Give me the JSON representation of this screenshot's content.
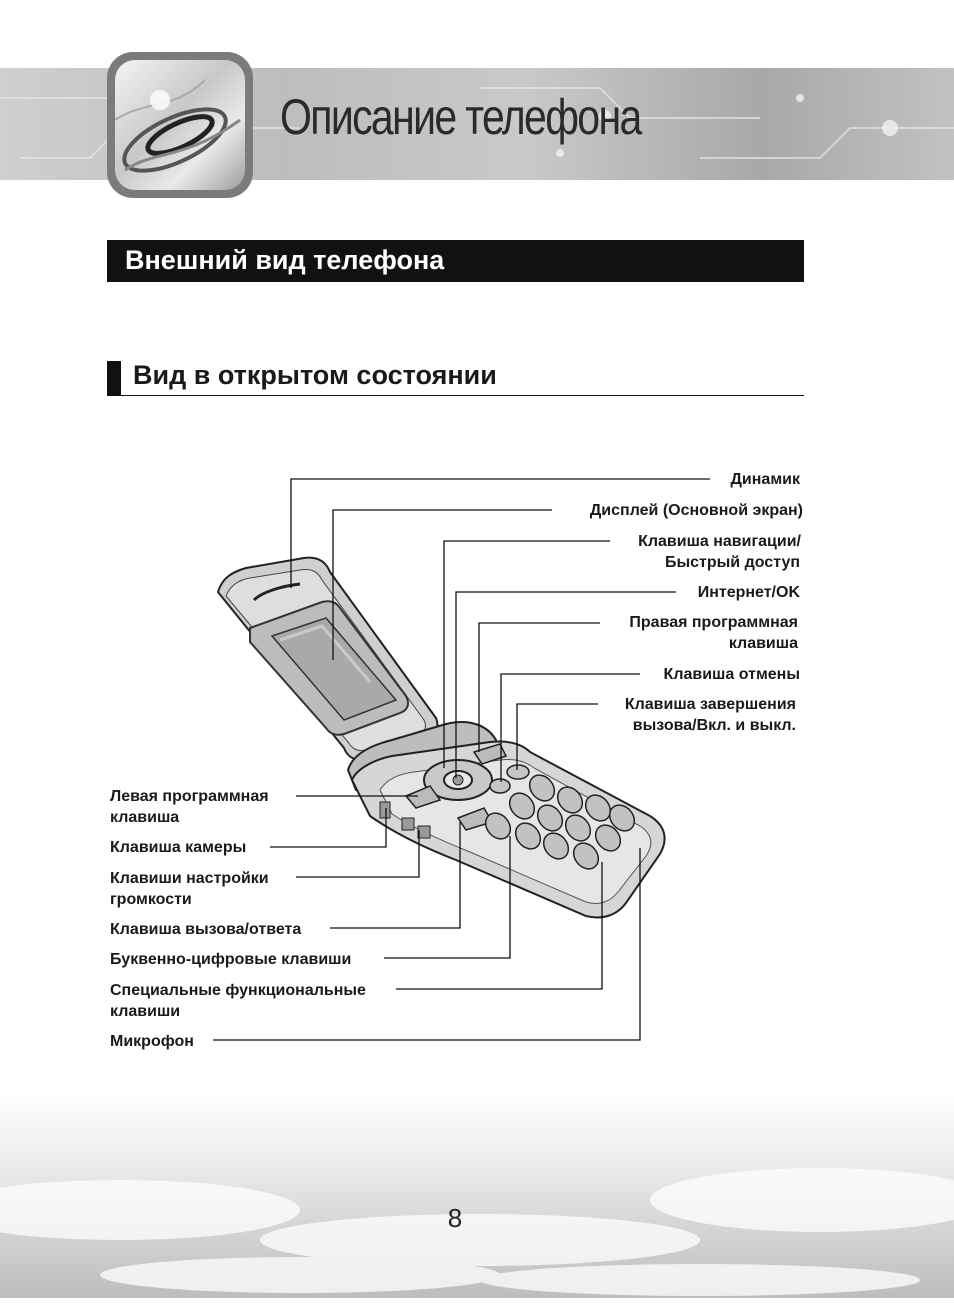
{
  "header": {
    "title": "Описание телефона"
  },
  "section": {
    "title": "Внешний вид телефона"
  },
  "subsection": {
    "title": "Вид в открытом состоянии"
  },
  "labels_right": {
    "speaker": "Динамик",
    "display": "Дисплей (Основной экран)",
    "nav_key_1": "Клавиша навигации/",
    "nav_key_2": "Быстрый доступ",
    "internet_ok": "Интернет/OK",
    "right_soft_1": "Правая программная",
    "right_soft_2": "клавиша",
    "cancel_key": "Клавиша отмены",
    "end_key_1": "Клавиша завершения",
    "end_key_2": "вызова/Вкл. и выкл."
  },
  "labels_left": {
    "left_soft_1": "Левая программная",
    "left_soft_2": "клавиша",
    "camera_key": "Клавиша камеры",
    "volume_1": "Клавиши настройки",
    "volume_2": "громкости",
    "call_key": "Клавиша вызова/ответа",
    "alnum_keys": "Буквенно-цифровые клавиши",
    "special_1": "Специальные функциональные",
    "special_2": "клавиши",
    "microphone": "Микрофон"
  },
  "footer": {
    "page_number": "8"
  }
}
